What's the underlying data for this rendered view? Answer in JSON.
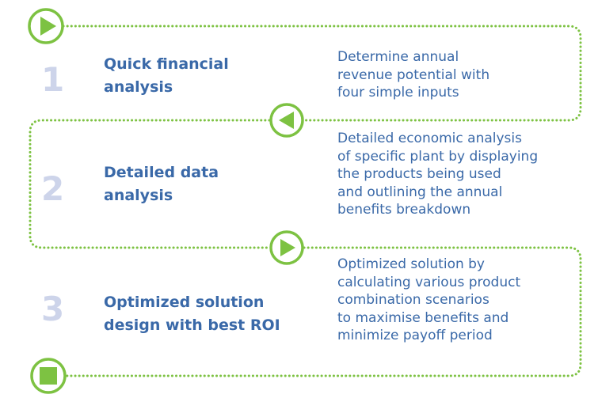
{
  "colors": {
    "accent": "#7dc242",
    "text": "#3a69a8",
    "number": "#cdd4ea"
  },
  "icons": {
    "start": "play-icon",
    "back": "reverse-icon",
    "forward": "play-icon",
    "end": "stop-icon"
  },
  "steps": [
    {
      "number": "1",
      "title_lines": [
        "Quick financial",
        "analysis"
      ],
      "desc_lines": [
        "Determine annual",
        "revenue potential with",
        "four simple inputs"
      ]
    },
    {
      "number": "2",
      "title_lines": [
        "Detailed data",
        "analysis"
      ],
      "desc_lines": [
        "Detailed economic analysis",
        "of specific plant by displaying",
        "the products being used",
        "and outlining the annual",
        "benefits breakdown"
      ]
    },
    {
      "number": "3",
      "title_lines": [
        "Optimized solution",
        "design with best ROI"
      ],
      "desc_lines": [
        "Optimized solution by",
        "calculating various product",
        "combination scenarios",
        "to maximise benefits and",
        "minimize payoff period"
      ]
    }
  ]
}
